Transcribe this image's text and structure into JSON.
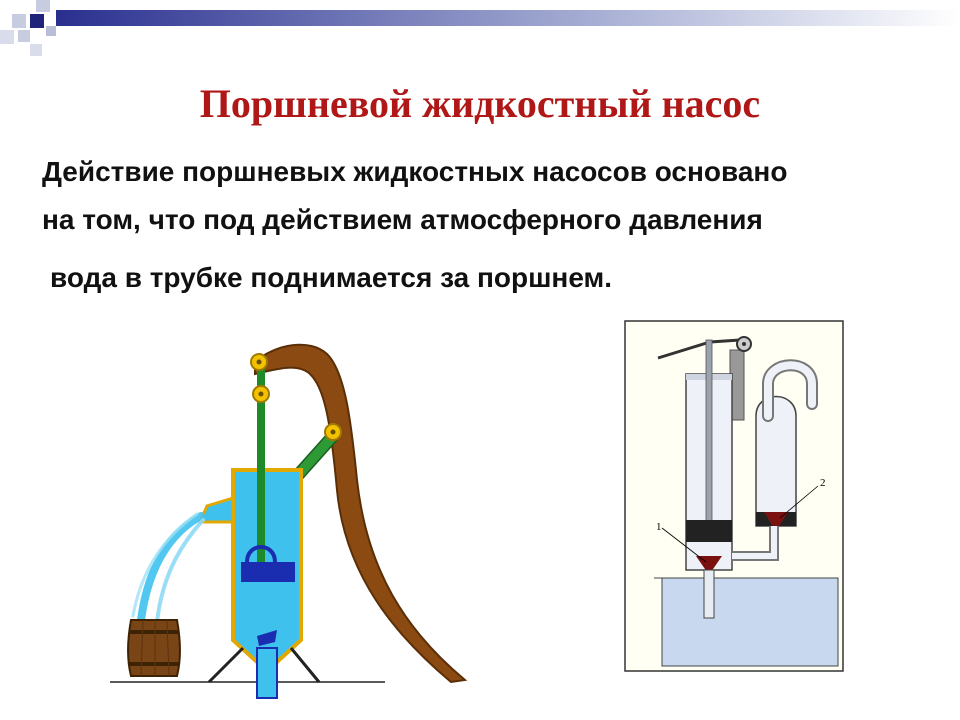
{
  "slide": {
    "title": "Поршневой жидкостный насос",
    "lines": [
      "Действие поршневых жидкостных насосов основано",
      "на том, что под действием атмосферного давления",
      "вода в трубке поднимается за поршнем."
    ]
  },
  "diagram": {
    "label_1": "1",
    "label_2": "2"
  },
  "colors": {
    "title": "#b01818",
    "water": "#3fc1ee",
    "handle": "#8b4a12",
    "rod": "#1f8a2a",
    "frame": "#1a2cb0",
    "valve": "#7a1010"
  },
  "icons": [
    "corner-squares-decoration",
    "hand-pump-illustration",
    "piston-pump-schematic"
  ]
}
